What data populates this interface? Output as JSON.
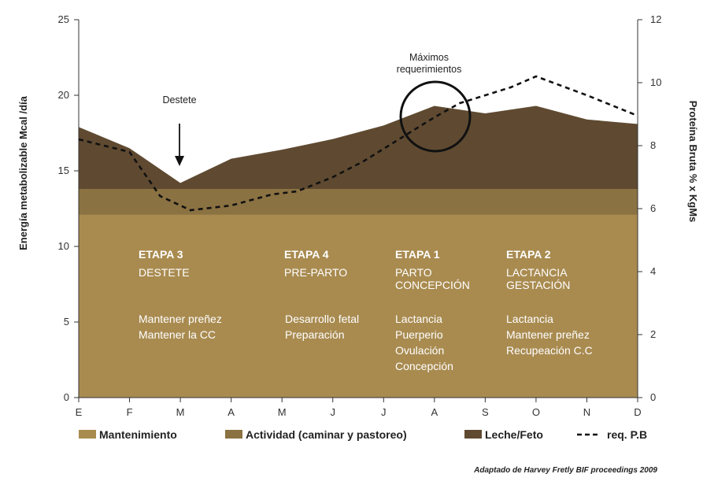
{
  "chart_data": {
    "type": "area",
    "x": [
      "E",
      "F",
      "M",
      "A",
      "M",
      "J",
      "J",
      "A",
      "S",
      "O",
      "N",
      "D"
    ],
    "ylabel": "Energía metabolizable Mcal /día",
    "ylim": [
      0,
      25
    ],
    "yticks": [
      0,
      5,
      10,
      15,
      20,
      25
    ],
    "y2label": "Proteína Bruta % x KgMs",
    "y2lim": [
      0,
      12
    ],
    "y2ticks": [
      0,
      2,
      4,
      6,
      8,
      10,
      12
    ],
    "series": [
      {
        "name": "Mantenimiento",
        "color": "#a98b50",
        "values": [
          12.1,
          12.1,
          12.1,
          12.1,
          12.1,
          12.1,
          12.1,
          12.1,
          12.1,
          12.1,
          12.1,
          12.1
        ]
      },
      {
        "name": "Actividad (caminar y pastoreo)",
        "color": "#8b7242",
        "values": [
          13.8,
          13.8,
          13.8,
          13.8,
          13.8,
          13.8,
          13.8,
          13.8,
          13.8,
          13.8,
          13.8,
          13.8
        ]
      },
      {
        "name": "Leche/Feto",
        "color": "#5f4a31",
        "values": [
          17.9,
          16.5,
          14.2,
          15.8,
          16.4,
          17.1,
          18.0,
          19.3,
          18.8,
          19.3,
          18.4,
          18.1
        ]
      }
    ],
    "line_series": {
      "name": "req. P.B",
      "axis": "right",
      "style": "dashed",
      "x": [
        0,
        1,
        1.6,
        2.2,
        3,
        3.8,
        4.3,
        5,
        5.6,
        6,
        6.5,
        7,
        7.5,
        8,
        8.5,
        9,
        10,
        11
      ],
      "values": [
        8.2,
        7.8,
        6.4,
        5.95,
        6.1,
        6.45,
        6.55,
        7.0,
        7.5,
        7.9,
        8.4,
        8.9,
        9.35,
        9.6,
        9.85,
        10.2,
        9.6,
        8.95
      ]
    },
    "annotations": {
      "destete": {
        "text": "Destete"
      },
      "maximos": {
        "line1": "Máximos",
        "line2": "requerimientos"
      }
    },
    "stages": [
      {
        "title": "ETAPA 3",
        "subtitle": [
          "DESTETE"
        ],
        "lines": [
          "Mantener preñez",
          "Mantener la CC"
        ]
      },
      {
        "title": "ETAPA 4",
        "subtitle": [
          "PRE-PARTO"
        ],
        "lines": [
          "Desarrollo fetal",
          "Preparación"
        ]
      },
      {
        "title": "ETAPA 1",
        "subtitle": [
          "PARTO",
          "CONCEPCIÓN"
        ],
        "lines": [
          "Lactancia",
          "Puerperio",
          "Ovulación",
          "Concepción"
        ]
      },
      {
        "title": "ETAPA 2",
        "subtitle": [
          "LACTANCIA",
          "GESTACIÓN"
        ],
        "lines": [
          "Lactancia",
          "Mantener preñez",
          "Recupeación C.C"
        ]
      }
    ],
    "legend": {
      "items": [
        {
          "label": "Mantenimiento",
          "color": "#a98b50",
          "kind": "box"
        },
        {
          "label": "Actividad (caminar y pastoreo)",
          "color": "#8b7242",
          "kind": "box"
        },
        {
          "label": "Leche/Feto",
          "color": "#5f4a31",
          "kind": "box"
        },
        {
          "label": "req. P.B",
          "color": "#111111",
          "kind": "dash"
        }
      ]
    },
    "source": "Adaptado de Harvey Fretly BIF proceedings 2009"
  }
}
